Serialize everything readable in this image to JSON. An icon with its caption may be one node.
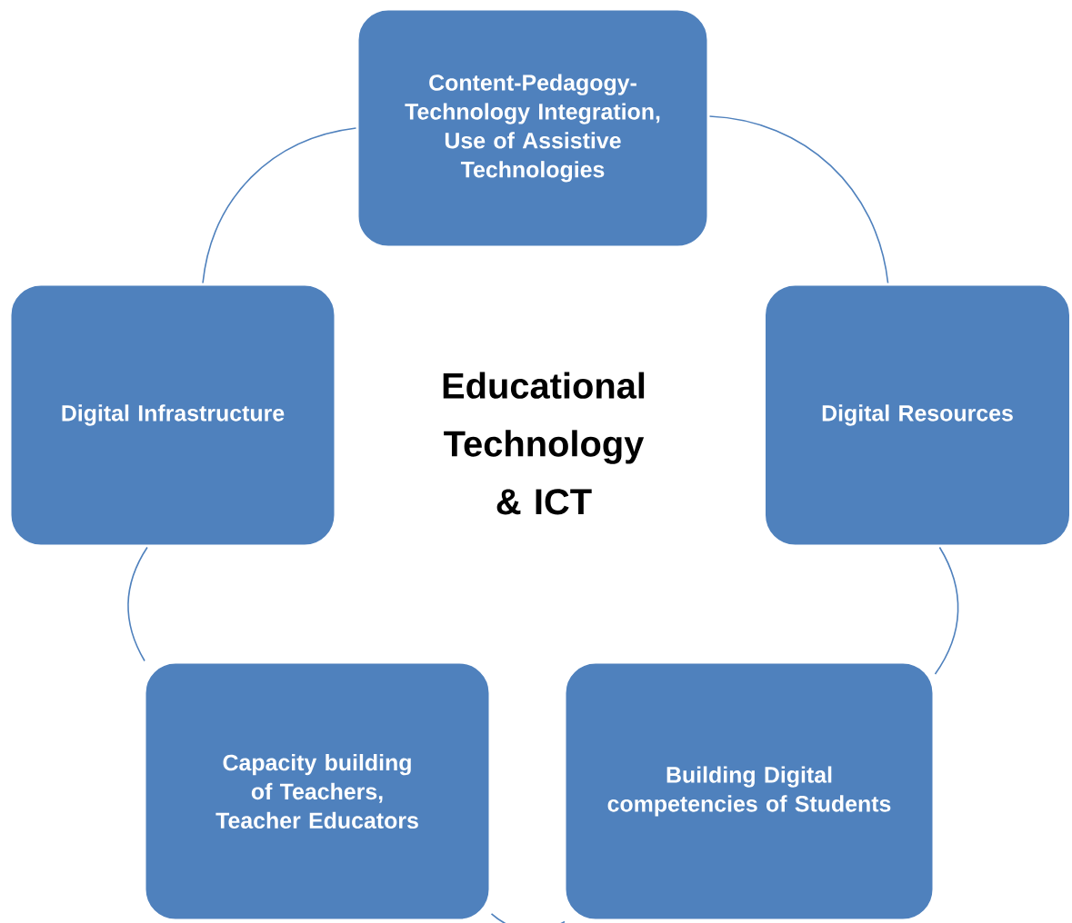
{
  "diagram": {
    "nodes": [
      {
        "text": [
          "Content-Pedagogy-Technology Integration, Use of Assistive Technologies"
        ]
      },
      {
        "text": [
          "Digital Infrastructure"
        ]
      },
      {
        "text": [
          "Digital Resources"
        ]
      },
      {
        "text": [
          "Capacity building of Teachers, Teacher Educators"
        ]
      },
      {
        "text": [
          "Building Digital competencies of Students"
        ]
      }
    ],
    "edges": [
      {
        "from": 0,
        "to": 2,
        "arrow": "none"
      },
      {
        "from": 2,
        "to": 4,
        "arrow": "none"
      },
      {
        "from": 4,
        "to": 3,
        "arrow": "none"
      },
      {
        "from": 3,
        "to": 1,
        "arrow": "none"
      },
      {
        "from": 1,
        "to": 0,
        "arrow": "none"
      }
    ],
    "labels": [
      "Educational Technology & ICT"
    ]
  }
}
